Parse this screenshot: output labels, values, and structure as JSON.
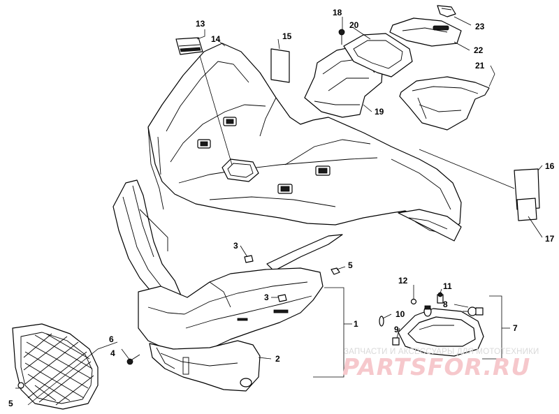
{
  "callouts": [
    {
      "id": "c1",
      "label": "1"
    },
    {
      "id": "c2",
      "label": "2"
    },
    {
      "id": "c3a",
      "label": "3"
    },
    {
      "id": "c3b",
      "label": "3"
    },
    {
      "id": "c4",
      "label": "4"
    },
    {
      "id": "c5a",
      "label": "5"
    },
    {
      "id": "c5b",
      "label": "5"
    },
    {
      "id": "c6",
      "label": "6"
    },
    {
      "id": "c7",
      "label": "7"
    },
    {
      "id": "c8",
      "label": "8"
    },
    {
      "id": "c9",
      "label": "9"
    },
    {
      "id": "c10",
      "label": "10"
    },
    {
      "id": "c11",
      "label": "11"
    },
    {
      "id": "c12",
      "label": "12"
    },
    {
      "id": "c13",
      "label": "13"
    },
    {
      "id": "c14",
      "label": "14"
    },
    {
      "id": "c15",
      "label": "15"
    },
    {
      "id": "c16",
      "label": "16"
    },
    {
      "id": "c17",
      "label": "17"
    },
    {
      "id": "c18",
      "label": "18"
    },
    {
      "id": "c19",
      "label": "19"
    },
    {
      "id": "c20",
      "label": "20"
    },
    {
      "id": "c21",
      "label": "21"
    },
    {
      "id": "c22",
      "label": "22"
    },
    {
      "id": "c23",
      "label": "23"
    }
  ],
  "watermark": {
    "tagline": "ЗАПЧАСТИ И АКСЕССУАРЫ ДЛЯ МОТОТЕХНИКИ",
    "brand": "PARTSFOR.RU"
  },
  "colors": {
    "line": "#000000",
    "background": "#ffffff",
    "watermark_brand": "#f6c8cc",
    "watermark_tagline": "#d9d9d9"
  }
}
